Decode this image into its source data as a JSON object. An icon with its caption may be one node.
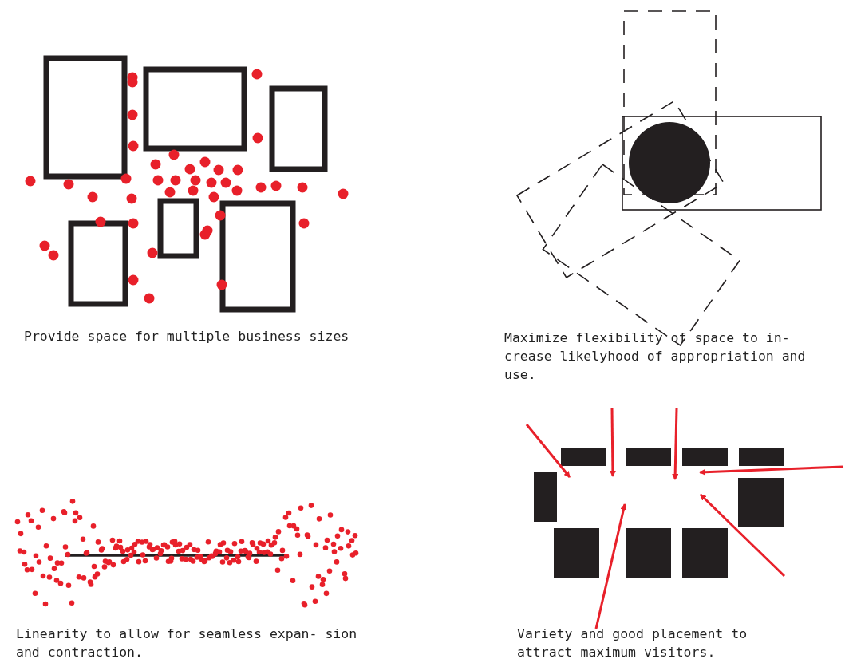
{
  "diagram": {
    "labels": [
      "Provide space for multiple business sizes",
      "Maximize flexibility of space to in- crease likelyhood of appropriation and use.",
      "Linearity to allow for seamless expan- sion and contraction.",
      "Variety and good placement to attract maximum visitors."
    ]
  }
}
